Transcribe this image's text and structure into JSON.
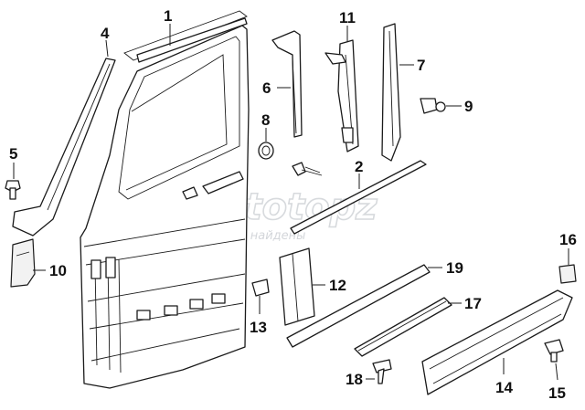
{
  "callouts": [
    {
      "id": "c1",
      "label": "1"
    },
    {
      "id": "c2",
      "label": "2"
    },
    {
      "id": "c4",
      "label": "4"
    },
    {
      "id": "c5",
      "label": "5"
    },
    {
      "id": "c6",
      "label": "6"
    },
    {
      "id": "c7",
      "label": "7"
    },
    {
      "id": "c8",
      "label": "8"
    },
    {
      "id": "c9",
      "label": "9"
    },
    {
      "id": "c10",
      "label": "10"
    },
    {
      "id": "c11",
      "label": "11"
    },
    {
      "id": "c12",
      "label": "12"
    },
    {
      "id": "c13",
      "label": "13"
    },
    {
      "id": "c14",
      "label": "14"
    },
    {
      "id": "c15",
      "label": "15"
    },
    {
      "id": "c16",
      "label": "16"
    },
    {
      "id": "c17",
      "label": "17"
    },
    {
      "id": "c18",
      "label": "18"
    },
    {
      "id": "c19",
      "label": "19"
    }
  ],
  "watermark": {
    "logo": "autotopz",
    "subtitle": "Запчасти найдены"
  }
}
